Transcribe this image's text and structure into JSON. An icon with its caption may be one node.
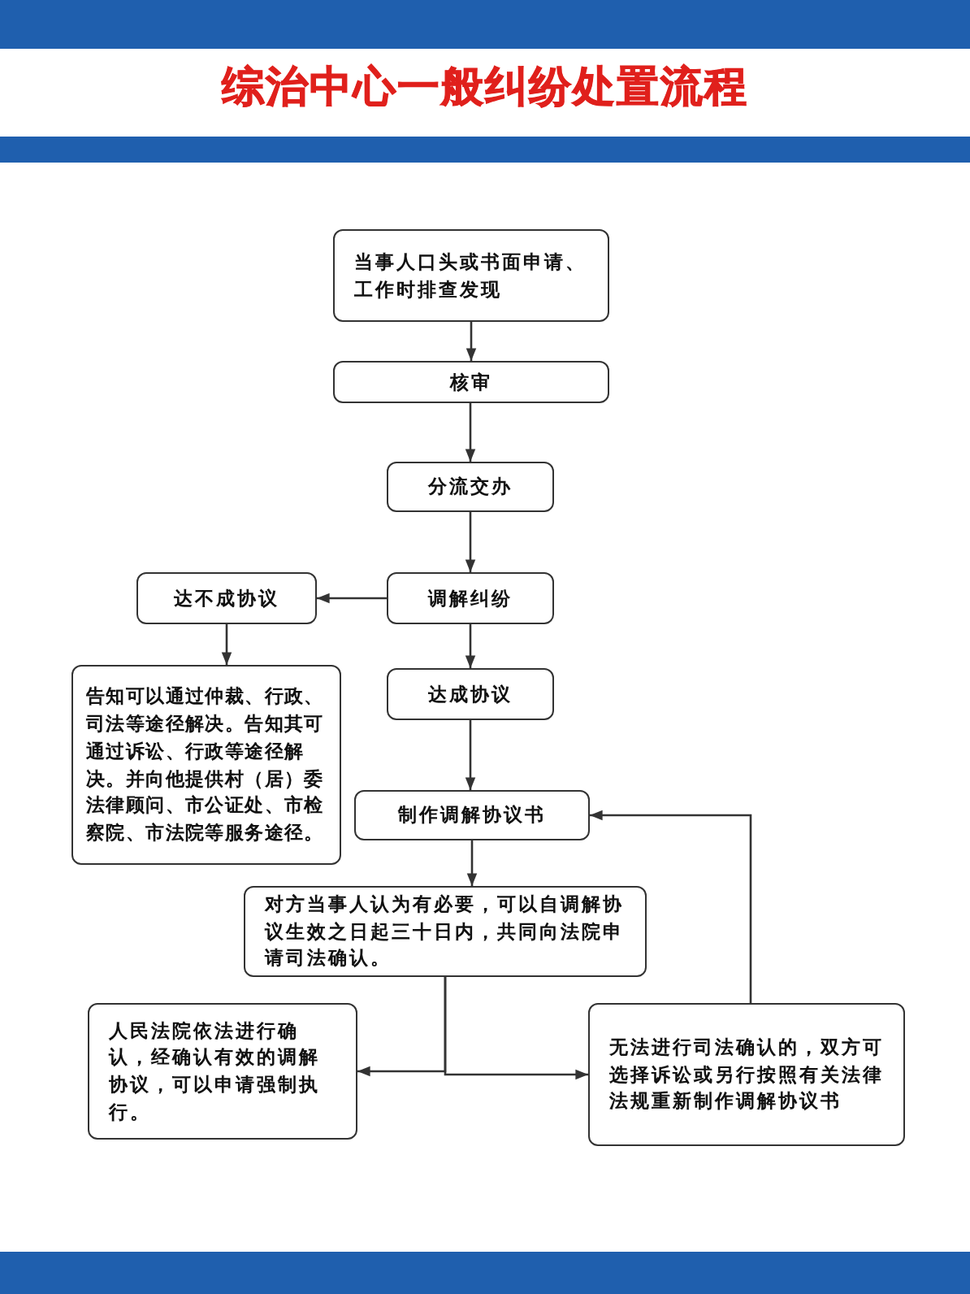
{
  "diagram": {
    "title": "综治中心一般纠纷处置流程",
    "nodes": [
      {
        "text": [
          "当事人口头或书面申请、工作时排查发现"
        ]
      },
      {
        "text": [
          "核审"
        ]
      },
      {
        "text": [
          "分流交办"
        ]
      },
      {
        "text": [
          "调解纠纷"
        ]
      },
      {
        "text": [
          "达不成协议"
        ]
      },
      {
        "text": [
          "告知可以通过仲裁、行政、司法等途径解决。告知其可通过诉讼、行政等途径解决。并向他提供村（居）委法律顾问、市公证处、市检察院、市法院等服务途径。"
        ]
      },
      {
        "text": [
          "达成协议"
        ]
      },
      {
        "text": [
          "制作调解协议书"
        ]
      },
      {
        "text": [
          "对方当事人认为有必要，可以自调解协议生效之日起三十日内，共同向法院申请司法确认。"
        ]
      },
      {
        "text": [
          "人民法院依法进行确认，经确认有效的调解协议，可以申请强制执行。"
        ]
      },
      {
        "text": [
          "无法进行司法确认的，双方可选择诉讼或另行按照有关法律法规重新制作调解协议书"
        ]
      }
    ],
    "edges": [
      {
        "from": 0,
        "to": 1,
        "arrow": "to"
      },
      {
        "from": 1,
        "to": 2,
        "arrow": "to"
      },
      {
        "from": 2,
        "to": 3,
        "arrow": "to"
      },
      {
        "from": 3,
        "to": 4,
        "arrow": "to"
      },
      {
        "from": 4,
        "to": 5,
        "arrow": "to"
      },
      {
        "from": 3,
        "to": 6,
        "arrow": "to"
      },
      {
        "from": 6,
        "to": 7,
        "arrow": "to"
      },
      {
        "from": 7,
        "to": 8,
        "arrow": "to"
      },
      {
        "from": 8,
        "to": 9,
        "arrow": "to"
      },
      {
        "from": 8,
        "to": 10,
        "arrow": "to"
      },
      {
        "from": 10,
        "to": 7,
        "arrow": "to"
      }
    ]
  }
}
